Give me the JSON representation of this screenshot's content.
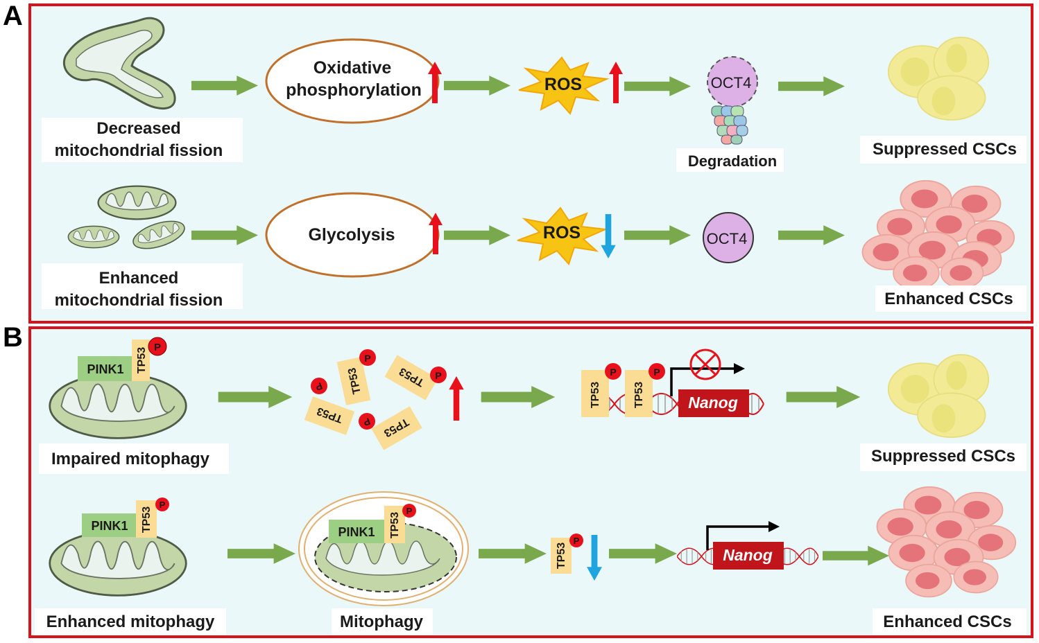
{
  "panels": {
    "a": {
      "letter": "A",
      "row1": {
        "left_label_1": "Decreased",
        "left_label_2": "mitochondrial  fission",
        "process_1": "Oxidative",
        "process_2": "phosphorylation",
        "ros": "ROS",
        "oct4": "OCT4",
        "degradation": "Degradation",
        "outcome": "Suppressed CSCs"
      },
      "row2": {
        "left_label_1": "Enhanced",
        "left_label_2": "mitochondrial  fission",
        "process": "Glycolysis",
        "ros": "ROS",
        "oct4": "OCT4",
        "outcome": "Enhanced CSCs"
      }
    },
    "b": {
      "letter": "B",
      "row1": {
        "pink1": "PINK1",
        "tp53": "TP53",
        "p": "P",
        "left_label": "Impaired mitophagy",
        "nanog": "Nanog",
        "outcome": "Suppressed CSCs"
      },
      "row2": {
        "pink1": "PINK1",
        "tp53": "TP53",
        "p": "P",
        "left_label": "Enhanced mitophagy",
        "middle_label": "Mitophagy",
        "nanog": "Nanog",
        "outcome": "Enhanced CSCs"
      }
    }
  },
  "colors": {
    "frame": "#d8121a",
    "panel_bg": "#eaf8fa",
    "arrow": "#79a84d",
    "up_arrow": "#e8111b",
    "down_arrow": "#1ea5e0",
    "mito_fill": "#c3d6a8",
    "ros_star": "#f8c414",
    "oct4": "#ddb1e5",
    "tp53_box": "#fbdc95",
    "pink1_box": "#9ccf84",
    "nanog_box": "#c0161b",
    "csc_yellow": "#f2ea95",
    "csc_pink": "#f5bdb6"
  },
  "icons": [
    "mitochondrion-icon",
    "up-arrow-icon",
    "down-arrow-icon",
    "ros-star-icon",
    "proteasome-icon",
    "dna-icon",
    "inhibit-icon",
    "transcription-arrow-icon",
    "cell-cluster-icon",
    "autophagosome-icon"
  ]
}
